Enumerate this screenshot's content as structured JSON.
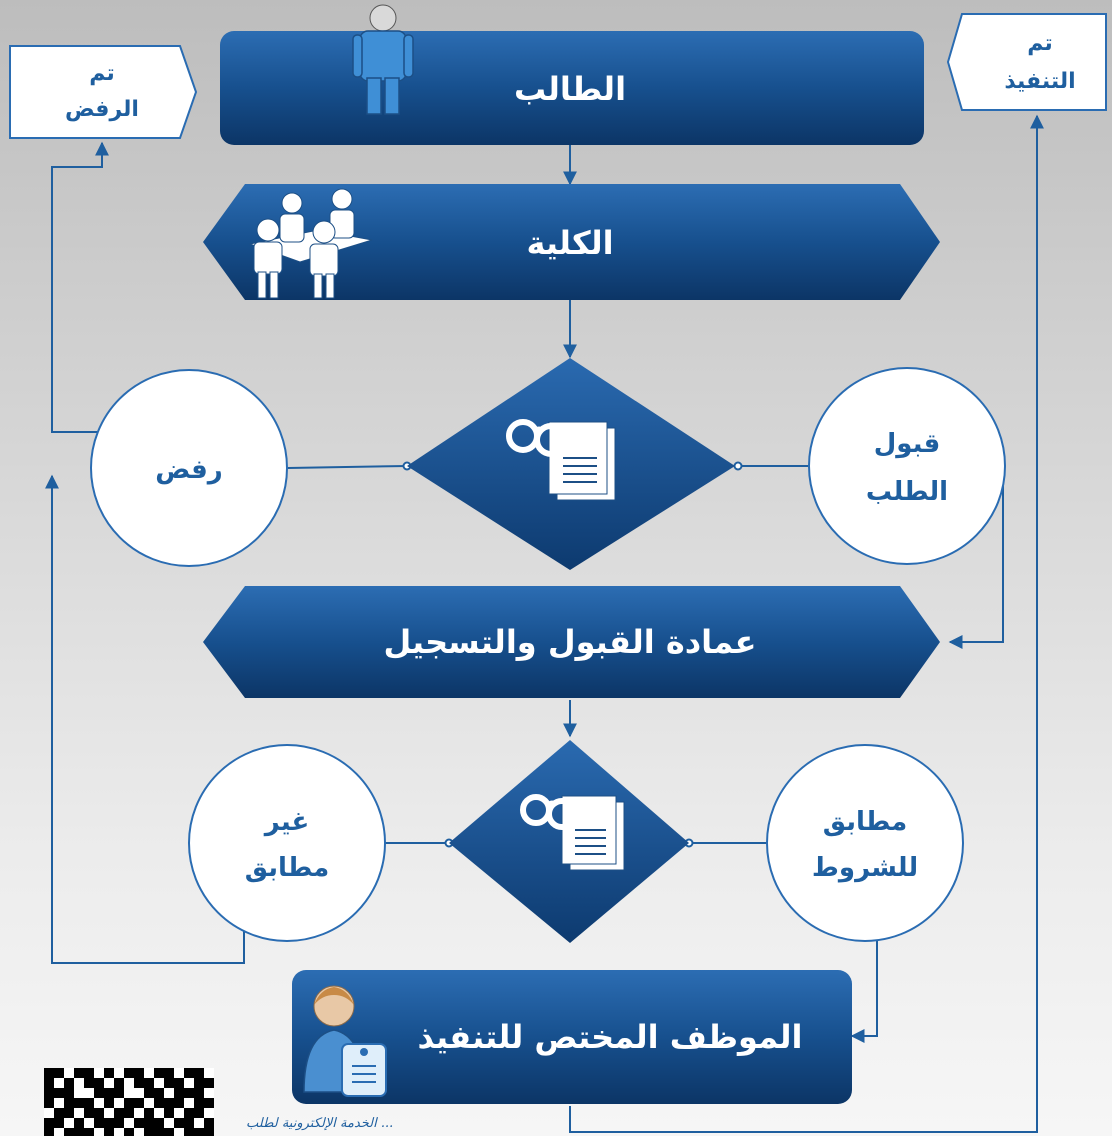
{
  "student_box": {
    "label": "الطالب"
  },
  "college_box": {
    "label": "الكلية"
  },
  "deanship_box": {
    "label": "عمادة القبول والتسجيل"
  },
  "employee_box": {
    "label": "الموظف المختص للتنفيذ"
  },
  "accept_circle": {
    "line1": "قبول",
    "line2": "الطلب"
  },
  "reject_circle": {
    "label": "رفض"
  },
  "match_circle": {
    "line1": "مطابق",
    "line2": "للشروط"
  },
  "nomatch_circle": {
    "line1": "غير",
    "line2": "مطابق"
  },
  "rejected_tag": {
    "line1": "تم",
    "line2": "الرفض"
  },
  "executed_tag": {
    "line1": "تم",
    "line2": "التنفيذ"
  },
  "footer": {
    "text": "الخدمة الإلكترونية لطلب ..."
  },
  "icons": {
    "student": "person-icon",
    "college": "group-meeting-icon",
    "review": "glasses-document-icon",
    "employee": "employee-badge-icon"
  },
  "colors": {
    "box_dark": "#0f3a6e",
    "box_light": "#2a6cb2",
    "line": "#1f5f9f",
    "circle_text": "#1f5f9f",
    "box_text": "#ffffff"
  }
}
